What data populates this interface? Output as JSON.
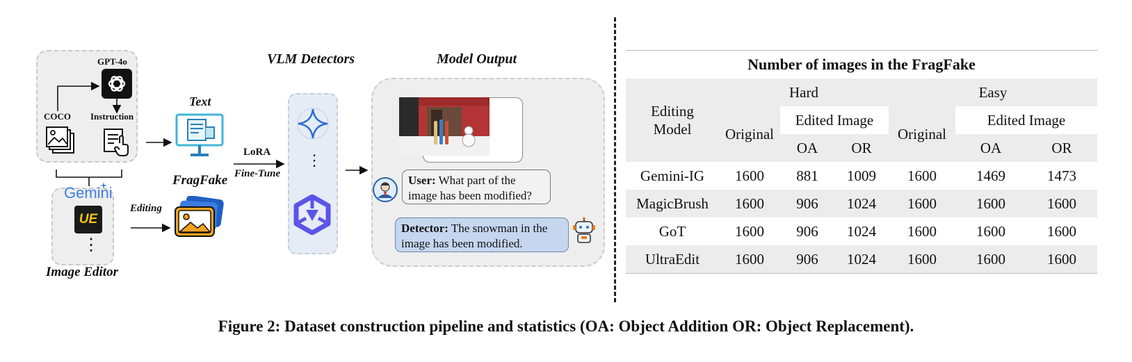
{
  "pipeline": {
    "gpt_label": "GPT-4o",
    "coco_label": "COCO",
    "instruction_label": "Instruction",
    "text_label": "Text",
    "fragfake_label": "FragFake",
    "editing_label": "Editing",
    "image_editor_label": "Image Editor",
    "gemini_label": "Gemini",
    "ue_label": "UE",
    "ellipsis": "⋮",
    "lora_label": "LoRA",
    "finetune_label": "Fine-Tune",
    "vlm_label": "VLM Detectors",
    "model_output_label": "Model Output",
    "user_prefix": "User:",
    "user_text": "What part of the image has been modified?",
    "detector_prefix": "Detector:",
    "detector_text": "The snowman in the image has been modified."
  },
  "table": {
    "title": "Number of images in the FragFake",
    "head": {
      "editing_model": "Editing Model",
      "hard": "Hard",
      "easy": "Easy",
      "original": "Original",
      "edited_image": "Edited Image",
      "oa": "OA",
      "or": "OR"
    },
    "rows": [
      {
        "model": "Gemini-IG",
        "h_orig": "1600",
        "h_oa": "881",
        "h_or": "1009",
        "e_orig": "1600",
        "e_oa": "1469",
        "e_or": "1473"
      },
      {
        "model": "MagicBrush",
        "h_orig": "1600",
        "h_oa": "906",
        "h_or": "1024",
        "e_orig": "1600",
        "e_oa": "1600",
        "e_or": "1600"
      },
      {
        "model": "GoT",
        "h_orig": "1600",
        "h_oa": "906",
        "h_or": "1024",
        "e_orig": "1600",
        "e_oa": "1600",
        "e_or": "1600"
      },
      {
        "model": "UltraEdit",
        "h_orig": "1600",
        "h_oa": "906",
        "h_or": "1024",
        "e_orig": "1600",
        "e_oa": "1600",
        "e_or": "1600"
      }
    ]
  },
  "caption": "Figure 2: Dataset construction pipeline and statistics (OA: Object Addition OR: Object Replacement).",
  "colors": {
    "accent_blue": "#2f6fd6",
    "vlm_purple": "#5b54e8",
    "fragfake_orange": "#f4a21f"
  }
}
